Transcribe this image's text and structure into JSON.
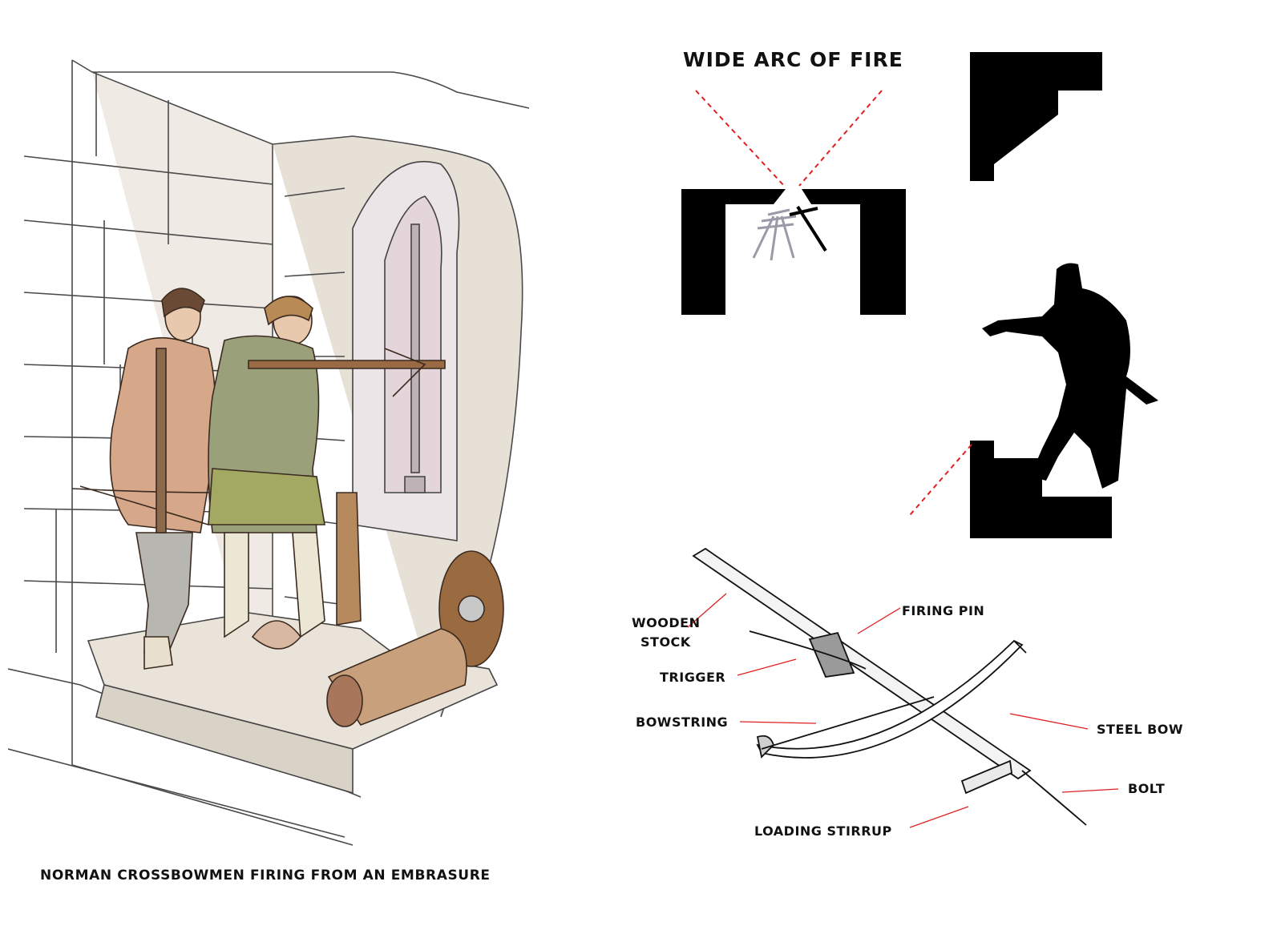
{
  "arc_title": "WIDE ARC OF FIRE",
  "caption": "NORMAN CROSSBOWMEN FIRING FROM AN EMBRASURE",
  "labels": {
    "wooden": "WOODEN",
    "stock": "STOCK",
    "firing_pin": "FIRING PIN",
    "trigger": "TRIGGER",
    "bowstring": "BOWSTRING",
    "steel_bow": "STEEL BOW",
    "bolt": "BOLT",
    "loading_stirrup": "LOADING STIRRUP"
  },
  "colors": {
    "leader": "#e02020",
    "silhouette": "#000000",
    "stone": "#d9d2c6"
  }
}
